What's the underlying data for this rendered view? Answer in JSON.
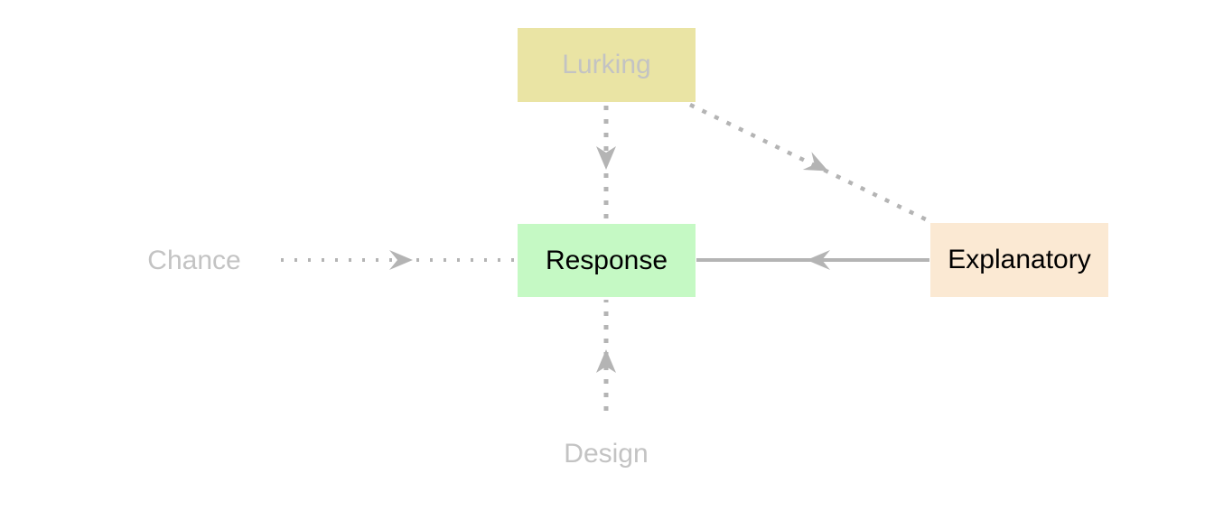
{
  "diagram": {
    "background_color": "#ffffff",
    "arrow_color": "#b4b4b4",
    "muted_text_color": "#c3c3c3",
    "nodes": [
      {
        "id": "lurking",
        "label": "Lurking",
        "shape": "box",
        "fill_color": "#eae4a4",
        "text_color": "#c3c3c3"
      },
      {
        "id": "response",
        "label": "Response",
        "shape": "box",
        "fill_color": "#c5f9c4",
        "text_color": "#000000"
      },
      {
        "id": "explanatory",
        "label": "Explanatory",
        "shape": "box",
        "fill_color": "#fbe9d3",
        "text_color": "#000000"
      },
      {
        "id": "chance",
        "label": "Chance",
        "shape": "text",
        "fill_color": null,
        "text_color": "#c3c3c3"
      },
      {
        "id": "design",
        "label": "Design",
        "shape": "text",
        "fill_color": null,
        "text_color": "#c3c3c3"
      }
    ],
    "edges": [
      {
        "from": "lurking",
        "to": "response",
        "line_style": "dashed",
        "arrow_position": "middle",
        "color": "#b4b4b4"
      },
      {
        "from": "lurking",
        "to": "explanatory",
        "line_style": "dashed",
        "arrow_position": "middle",
        "color": "#b4b4b4"
      },
      {
        "from": "chance",
        "to": "response",
        "line_style": "dotted",
        "arrow_position": "middle",
        "color": "#b4b4b4"
      },
      {
        "from": "explanatory",
        "to": "response",
        "line_style": "solid",
        "arrow_position": "middle",
        "color": "#b4b4b4"
      },
      {
        "from": "design",
        "to": "response",
        "line_style": "dashed",
        "arrow_position": "middle",
        "color": "#b4b4b4"
      }
    ]
  }
}
